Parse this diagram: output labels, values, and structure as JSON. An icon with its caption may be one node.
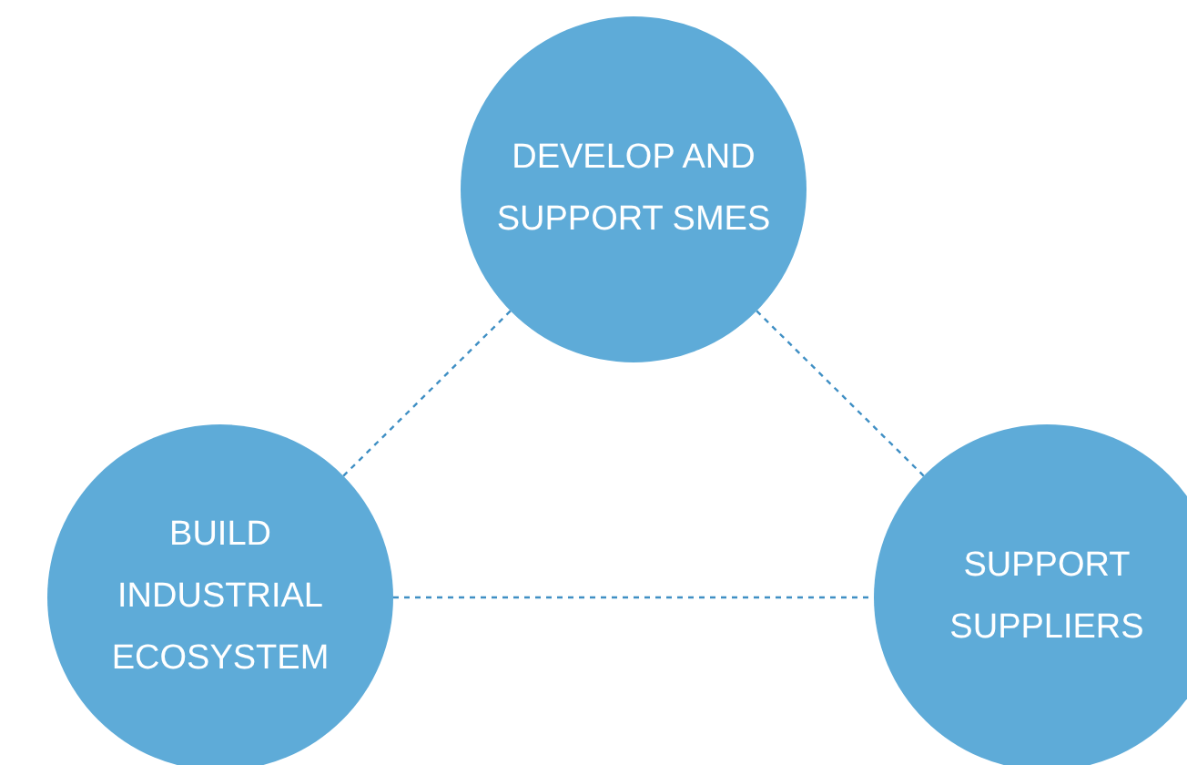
{
  "diagram": {
    "nodes": [
      {
        "text": [
          "DEVELOP AND SUPPORT SMES"
        ]
      },
      {
        "text": [
          "BUILD INDUSTRIAL ECOSYSTEM"
        ]
      },
      {
        "text": [
          "SUPPORT SUPPLIERS"
        ]
      }
    ],
    "edges": [
      {
        "from": 0,
        "to": 1,
        "arrow": "none",
        "style": "dashed"
      },
      {
        "from": 0,
        "to": 2,
        "arrow": "none",
        "style": "dashed"
      },
      {
        "from": 1,
        "to": 2,
        "arrow": "none",
        "style": "dashed"
      }
    ]
  }
}
